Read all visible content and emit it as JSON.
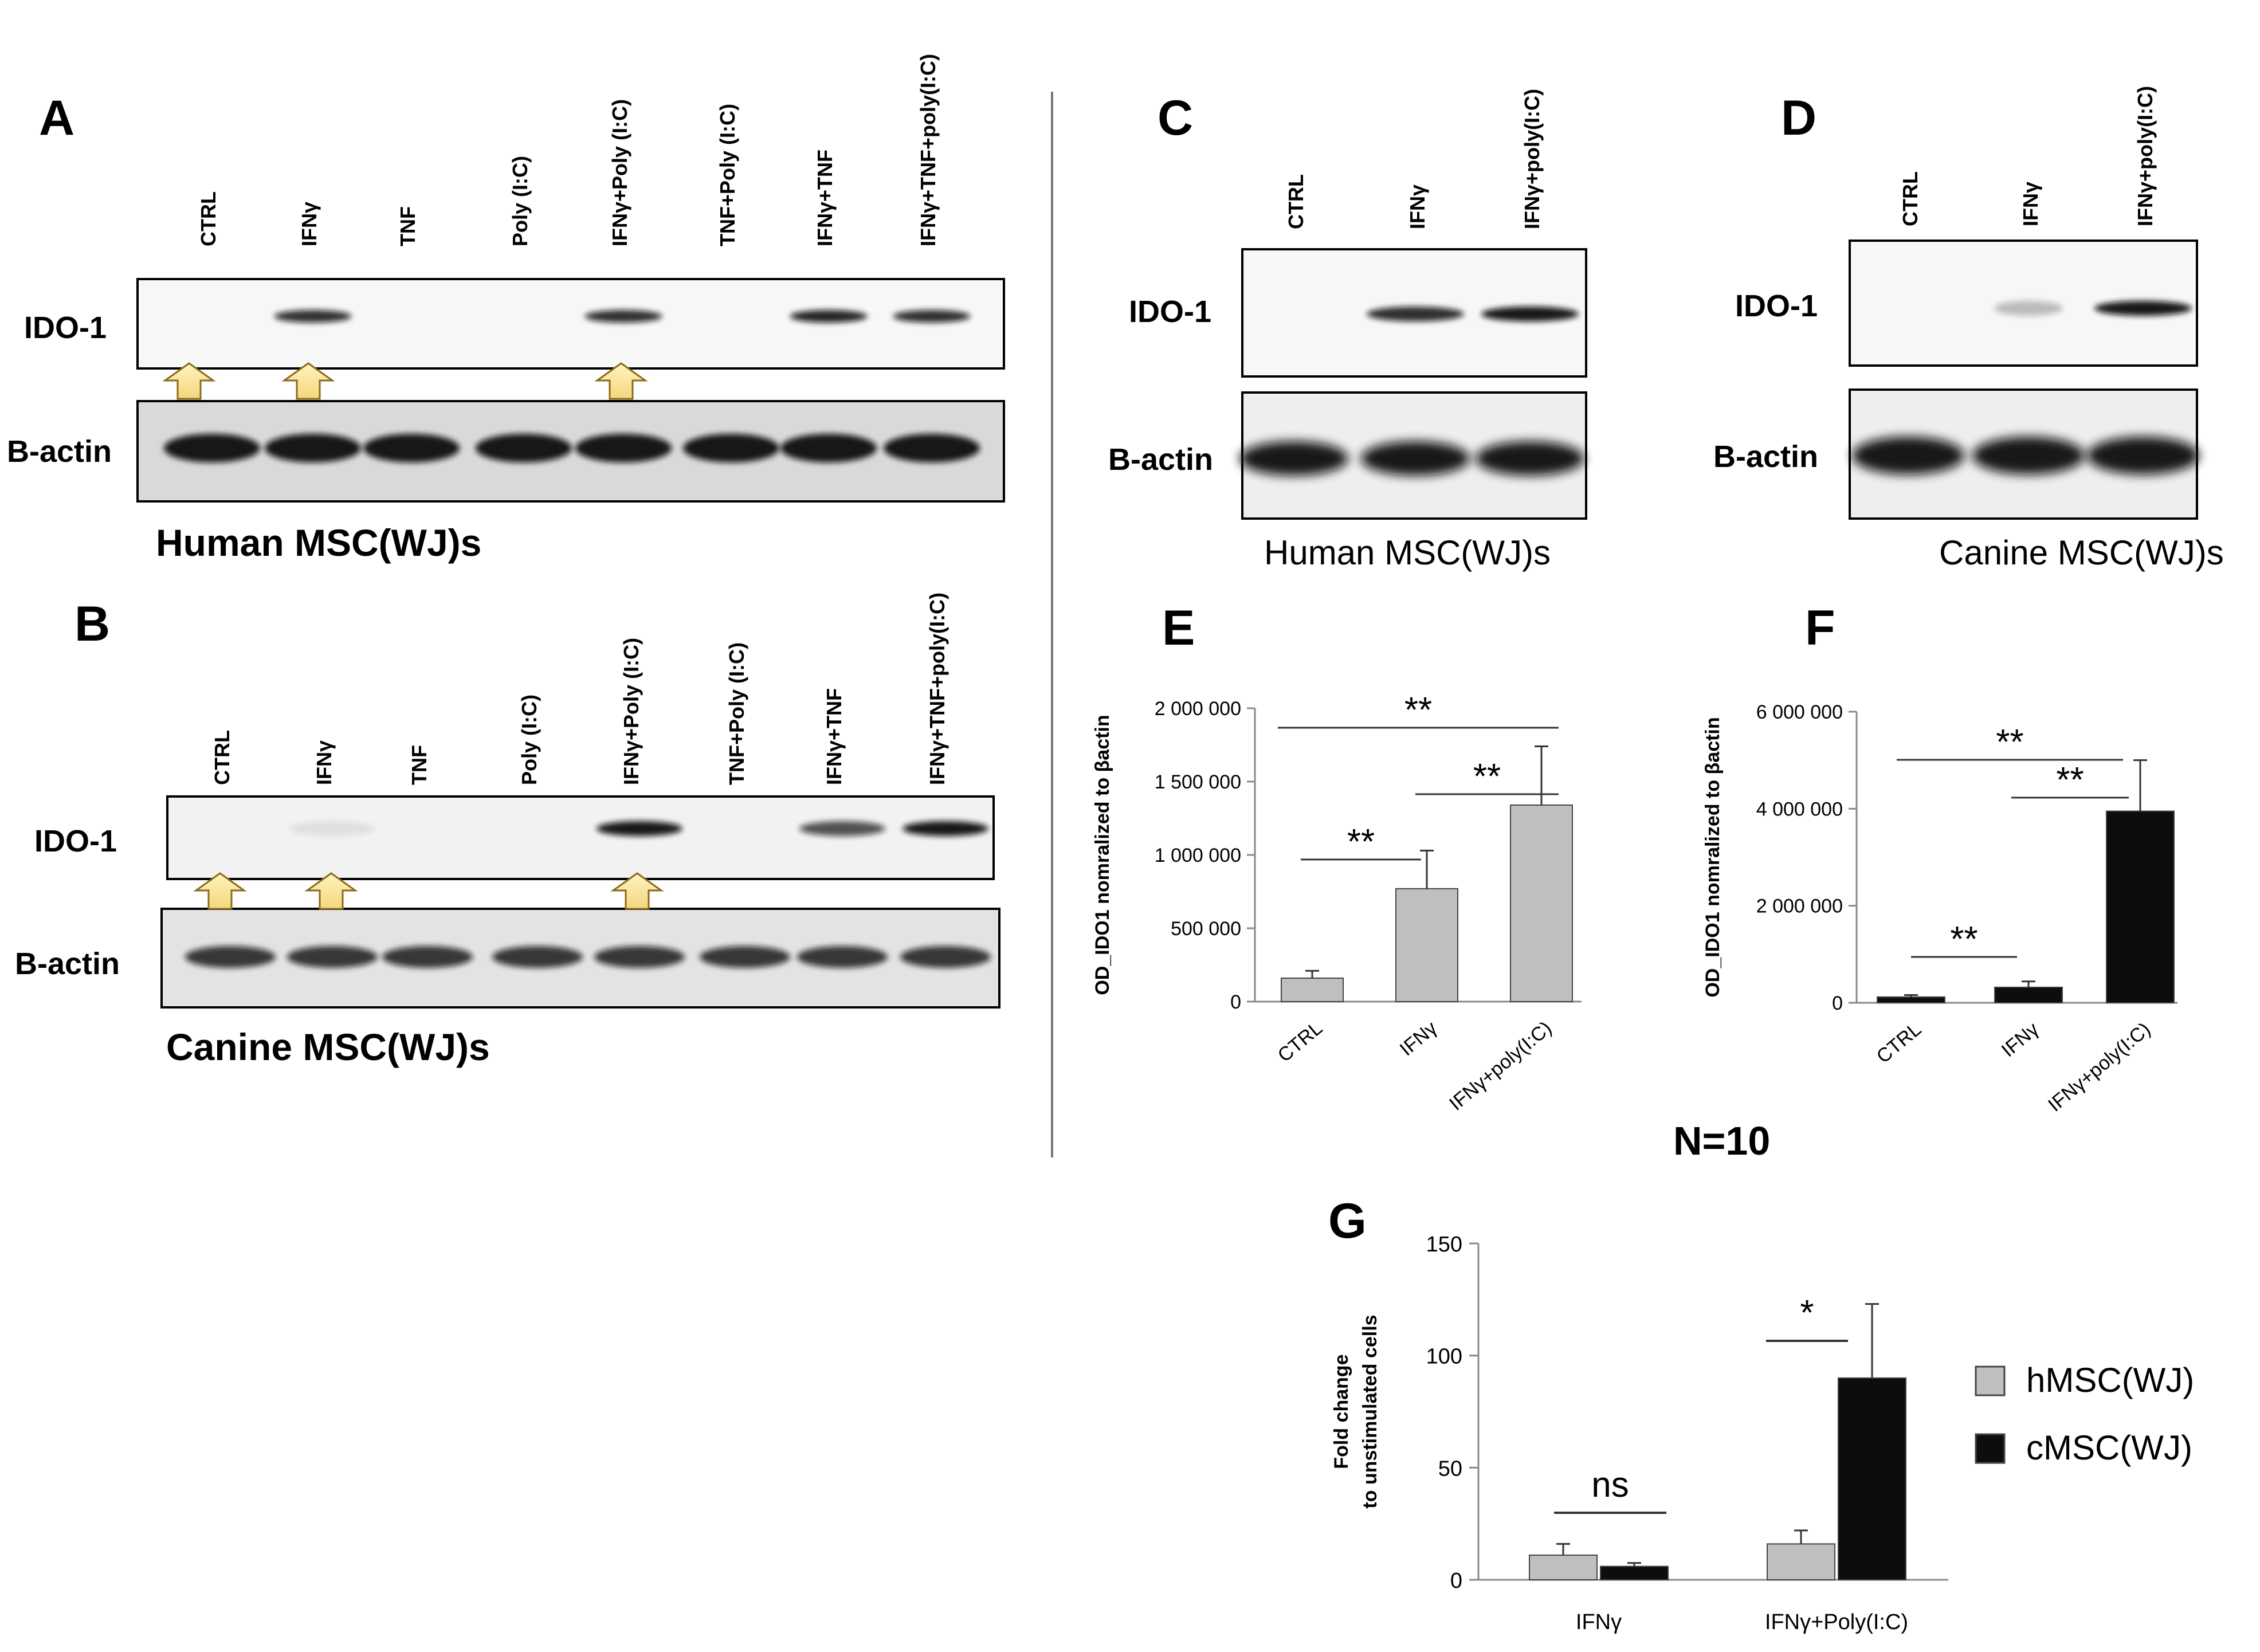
{
  "panels": {
    "A": {
      "label": "A",
      "lanes": [
        "CTRL",
        "IFNγ",
        "TNF",
        "Poly (I:C)",
        "IFNγ+Poly (I:C)",
        "TNF+Poly (I:C)",
        "IFNγ+TNF",
        "IFNγ+TNF+poly(I:C)"
      ],
      "row1": "IDO-1",
      "row2": "B-actin",
      "caption": "Human MSC(WJ)s"
    },
    "B": {
      "label": "B",
      "lanes": [
        "CTRL",
        "IFNγ",
        "TNF",
        "Poly (I:C)",
        "IFNγ+Poly (I:C)",
        "TNF+Poly (I:C)",
        "IFNγ+TNF",
        "IFNγ+TNF+poly(I:C)"
      ],
      "row1": "IDO-1",
      "row2": "B-actin",
      "caption": "Canine MSC(WJ)s"
    },
    "C": {
      "label": "C",
      "lanes": [
        "CTRL",
        "IFNγ",
        "IFNγ+poly(I:C)"
      ],
      "row1": "IDO-1",
      "row2": "B-actin",
      "caption": "Human MSC(WJ)s"
    },
    "D": {
      "label": "D",
      "lanes": [
        "CTRL",
        "IFNγ",
        "IFNγ+poly(I:C)"
      ],
      "row1": "IDO-1",
      "row2": "B-actin",
      "caption": "Canine MSC(WJ)s"
    },
    "E": {
      "label": "E"
    },
    "F": {
      "label": "F"
    },
    "G": {
      "label": "G"
    }
  },
  "n_label": "N=10",
  "chart_data": [
    {
      "panel": "E",
      "type": "bar",
      "categories": [
        "CTRL",
        "IFNγ",
        "IFNγ+poly(I:C)"
      ],
      "values": [
        160000,
        770000,
        1340000
      ],
      "errors": [
        50000,
        260000,
        400000
      ],
      "bar_color": "#bfbfbf",
      "ylabel": "OD_IDO1 nomralized to βactin",
      "ylim": [
        0,
        2000000
      ],
      "yticks": [
        0,
        500000,
        1000000,
        1500000,
        2000000
      ],
      "ytick_labels": [
        "0",
        "500 000",
        "1 000 000",
        "1 500 000",
        "2 000 000"
      ],
      "significance": [
        {
          "from": 0,
          "to": 1,
          "label": "**"
        },
        {
          "from": 1,
          "to": 2,
          "label": "**"
        },
        {
          "from": 0,
          "to": 2,
          "label": "**"
        }
      ]
    },
    {
      "panel": "F",
      "type": "bar",
      "categories": [
        "CTRL",
        "IFNγ",
        "IFNγ+poly(I:C)"
      ],
      "values": [
        120000,
        320000,
        3950000
      ],
      "errors": [
        40000,
        120000,
        1050000
      ],
      "bar_color": "#0d0d0d",
      "ylabel": "OD_IDO1 nomralized to βactin",
      "ylim": [
        0,
        6000000
      ],
      "yticks": [
        0,
        2000000,
        4000000,
        6000000
      ],
      "ytick_labels": [
        "0",
        "2 000 000",
        "4 000 000",
        "6 000 000"
      ],
      "significance": [
        {
          "from": 0,
          "to": 1,
          "label": "**"
        },
        {
          "from": 1,
          "to": 2,
          "label": "**"
        },
        {
          "from": 0,
          "to": 2,
          "label": "**"
        }
      ]
    },
    {
      "panel": "G",
      "type": "bar",
      "categories": [
        "IFNγ",
        "IFNγ+Poly(I:C)"
      ],
      "series": [
        {
          "name": "hMSC(WJ)",
          "color": "#bfbfbf",
          "values": [
            11,
            16
          ],
          "errors": [
            5,
            6
          ]
        },
        {
          "name": "cMSC(WJ)",
          "color": "#0d0d0d",
          "values": [
            6,
            90
          ],
          "errors": [
            1.5,
            33
          ]
        }
      ],
      "ylabel_lines": [
        "Fold change",
        "to unstimulated cells"
      ],
      "ylim": [
        0,
        150
      ],
      "yticks": [
        0,
        50,
        100,
        150
      ],
      "ytick_labels": [
        "0",
        "50",
        "100",
        "150"
      ],
      "significance": [
        {
          "group": 0,
          "label": "ns"
        },
        {
          "group": 1,
          "label": "*"
        }
      ],
      "legend_position": "right"
    }
  ]
}
